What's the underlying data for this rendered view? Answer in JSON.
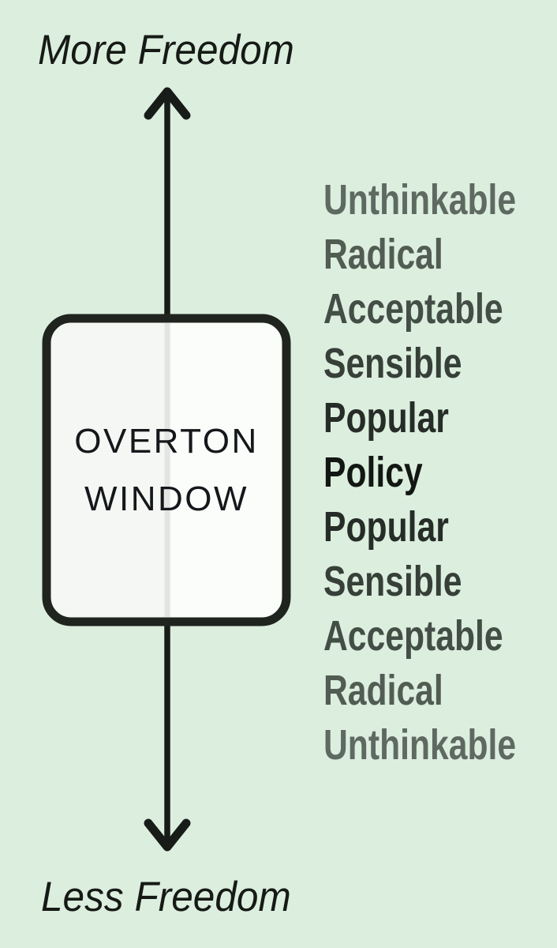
{
  "background_color": "#dceede",
  "axis": {
    "top_label": "More Freedom",
    "bottom_label": "Less Freedom",
    "arrow_color": "#181c18",
    "label_color": "#161a16"
  },
  "window_box": {
    "line1": "OVERTON",
    "line2": "WINDOW",
    "fill_left": "#f5f7f5",
    "fill_right": "#fbfdfb",
    "border_color": "#20241e",
    "inner_line_color": "#e3e4e3",
    "text_color": "#15181a"
  },
  "scale_words": [
    {
      "label": "Unthinkable",
      "color": "#5e6a61"
    },
    {
      "label": "Radical",
      "color": "#515c53"
    },
    {
      "label": "Acceptable",
      "color": "#434e46"
    },
    {
      "label": "Sensible",
      "color": "#363f38"
    },
    {
      "label": "Popular",
      "color": "#262c27"
    },
    {
      "label": "Policy",
      "color": "#131713"
    },
    {
      "label": "Popular",
      "color": "#262c27"
    },
    {
      "label": "Sensible",
      "color": "#363f38"
    },
    {
      "label": "Acceptable",
      "color": "#434e46"
    },
    {
      "label": "Radical",
      "color": "#515c53"
    },
    {
      "label": "Unthinkable",
      "color": "#5e6a61"
    }
  ]
}
